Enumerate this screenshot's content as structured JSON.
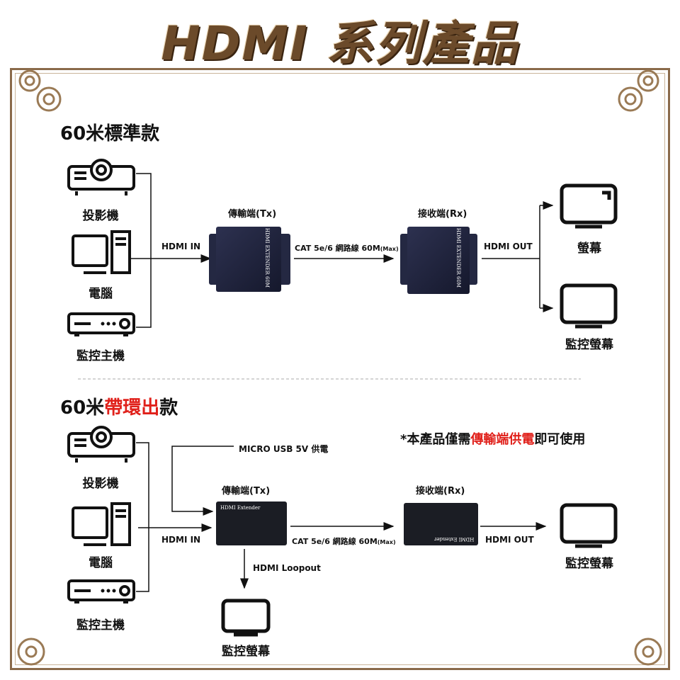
{
  "title": "HDMI 系列產品",
  "section1": {
    "title": "60米標準款",
    "sources": [
      "投影機",
      "電腦",
      "監控主機"
    ],
    "hdmi_in": "HDMI IN",
    "tx_label": "傳輸端(Tx)",
    "rx_label": "接收端(Rx)",
    "tx_device_text": "HDMI EXTENDER 60M",
    "rx_device_text": "HDMI EXTENDER 60M",
    "cable": "CAT 5e/6 網路線 60M",
    "cable_max": "(Max)",
    "hdmi_out": "HDMI OUT",
    "outputs": [
      "螢幕",
      "監控螢幕"
    ]
  },
  "section2": {
    "title_prefix": "60米",
    "title_highlight": "帶環出",
    "title_suffix": "款",
    "sources": [
      "投影機",
      "電腦",
      "監控主機"
    ],
    "power": "MICRO USB 5V 供電",
    "note_prefix": "*本產品僅需",
    "note_highlight": "傳輸端供電",
    "note_suffix": "即可使用",
    "hdmi_in": "HDMI IN",
    "tx_label": "傳輸端(Tx)",
    "rx_label": "接收端(Rx)",
    "tx_device_text": "HDMI Extender",
    "rx_device_text": "HDMI Extender",
    "cable": "CAT 5e/6 網路線 60M",
    "cable_max": "(Max)",
    "hdmi_out": "HDMI OUT",
    "output": "監控螢幕",
    "loopout": "HDMI Loopout",
    "loop_output": "監控螢幕"
  },
  "colors": {
    "accent_red": "#e0201a",
    "frame_brown": "#8a6a4a",
    "device_navy": "#1e2238"
  }
}
